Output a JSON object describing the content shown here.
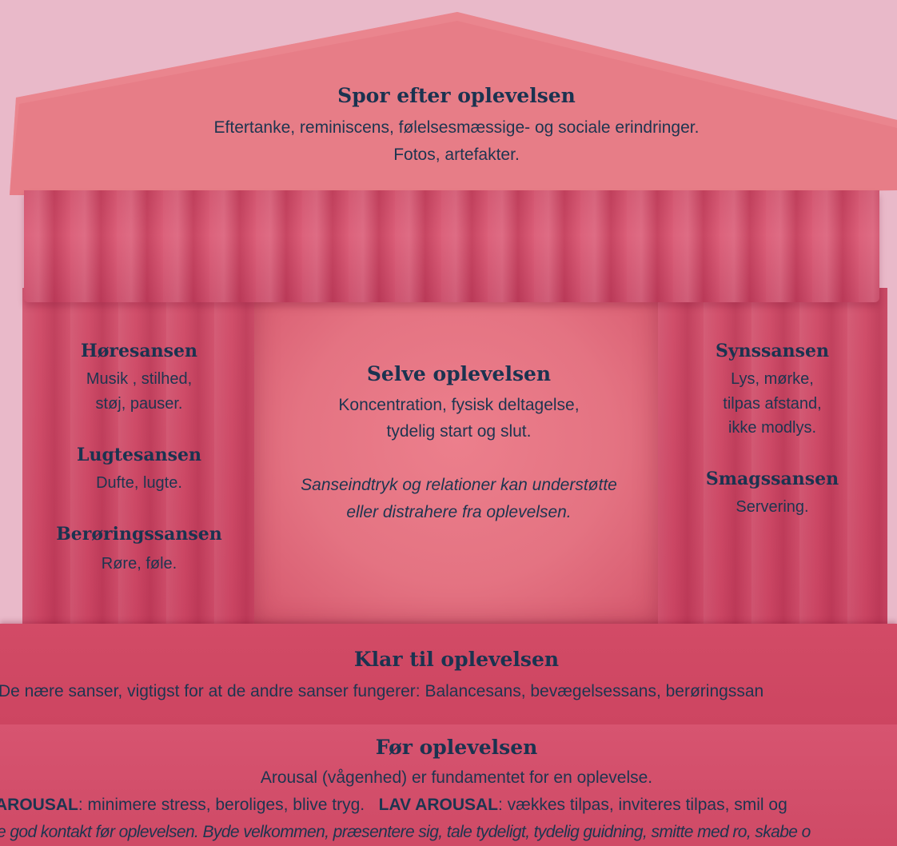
{
  "roof": {
    "title": "Spor efter oplevelsen",
    "line1": "Eftertanke, reminiscens, følelsesmæssige- og sociale erindringer.",
    "line2": "Fotos, artefakter."
  },
  "left_column": {
    "sections": [
      {
        "title": "Høresansen",
        "line1": "Musik , stilhed,",
        "line2": "støj, pauser."
      },
      {
        "title": "Lugtesansen",
        "line1": "Dufte, lugte."
      },
      {
        "title": "Berøringssansen",
        "line1": "Røre, føle."
      }
    ]
  },
  "center": {
    "title": "Selve oplevelsen",
    "line1": "Koncentration, fysisk deltagelse,",
    "line2": "tydelig start og slut.",
    "italic1": "Sanseindtryk og relationer kan understøtte",
    "italic2": "eller distrahere fra oplevelsen."
  },
  "right_column": {
    "sections": [
      {
        "title": "Synssansen",
        "line1": "Lys, mørke,",
        "line2": "tilpas afstand,",
        "line3": "ikke modlys."
      },
      {
        "title": "Smagssansen",
        "line1": "Servering."
      }
    ]
  },
  "step1": {
    "title": "Klar til oplevelsen",
    "line1": "De nære sanser, vigtigst for at de andre sanser fungerer: Balancesans, bevægelsessans, berøringssan"
  },
  "step2": {
    "title": "Før oplevelsen",
    "line1": "Arousal (vågenhed) er fundamentet for en oplevelse.",
    "high_label": "AROUSAL",
    "high_text": ": minimere stress, beroliges, blive tryg.",
    "low_label": "LAV AROUSAL",
    "low_text": ": vækkes tilpas, inviteres tilpas, smil og",
    "italic": "e god kontakt før oplevelsen. Byde velkommen, præsentere sig, tale tydeligt, tydelig guidning, smitte med ro, skabe o"
  },
  "colors": {
    "background": "#e9b9c9",
    "roof": "#e57c86",
    "curtain": "#cf4a66",
    "text": "#1b3350"
  }
}
